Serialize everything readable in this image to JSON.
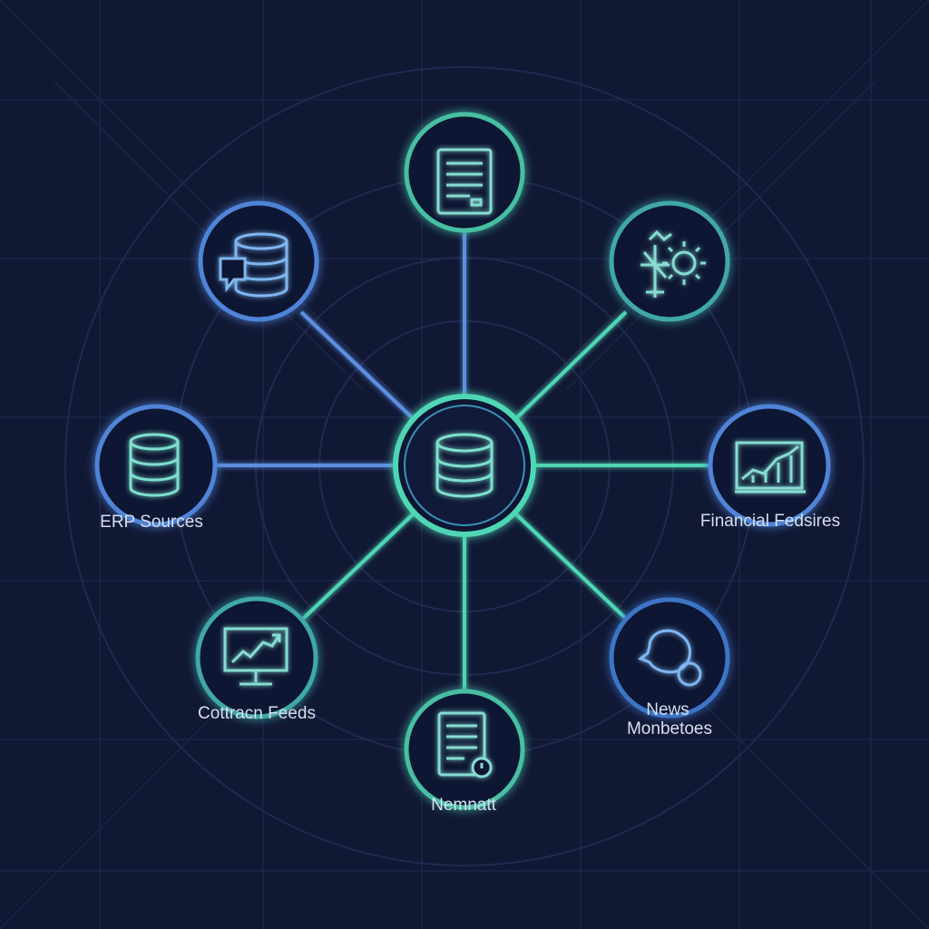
{
  "colors": {
    "background": "#111834",
    "grid": "#1f2a4d",
    "blue": "#5b8fe0",
    "teal": "#4fd6b4",
    "label": "#d7dff0"
  },
  "hub": {
    "icon": "database-icon"
  },
  "nodes": [
    {
      "key": "top",
      "icon": "document-icon",
      "label": ""
    },
    {
      "key": "top-left",
      "icon": "database-chat-icon",
      "label": ""
    },
    {
      "key": "top-right",
      "icon": "network-gear-icon",
      "label": ""
    },
    {
      "key": "erp",
      "icon": "database-icon",
      "label": "ERP Sources"
    },
    {
      "key": "financial",
      "icon": "bar-chart-icon",
      "label": "Financial Fedsires"
    },
    {
      "key": "contract",
      "icon": "monitor-chart-icon",
      "label": "Cottracn Feeds"
    },
    {
      "key": "news",
      "icon": "chat-bubbles-icon",
      "label_line1": "News",
      "label_line2": "Monbetoes"
    },
    {
      "key": "bottom",
      "icon": "document-clock-icon",
      "label": "Nemnatt"
    }
  ]
}
